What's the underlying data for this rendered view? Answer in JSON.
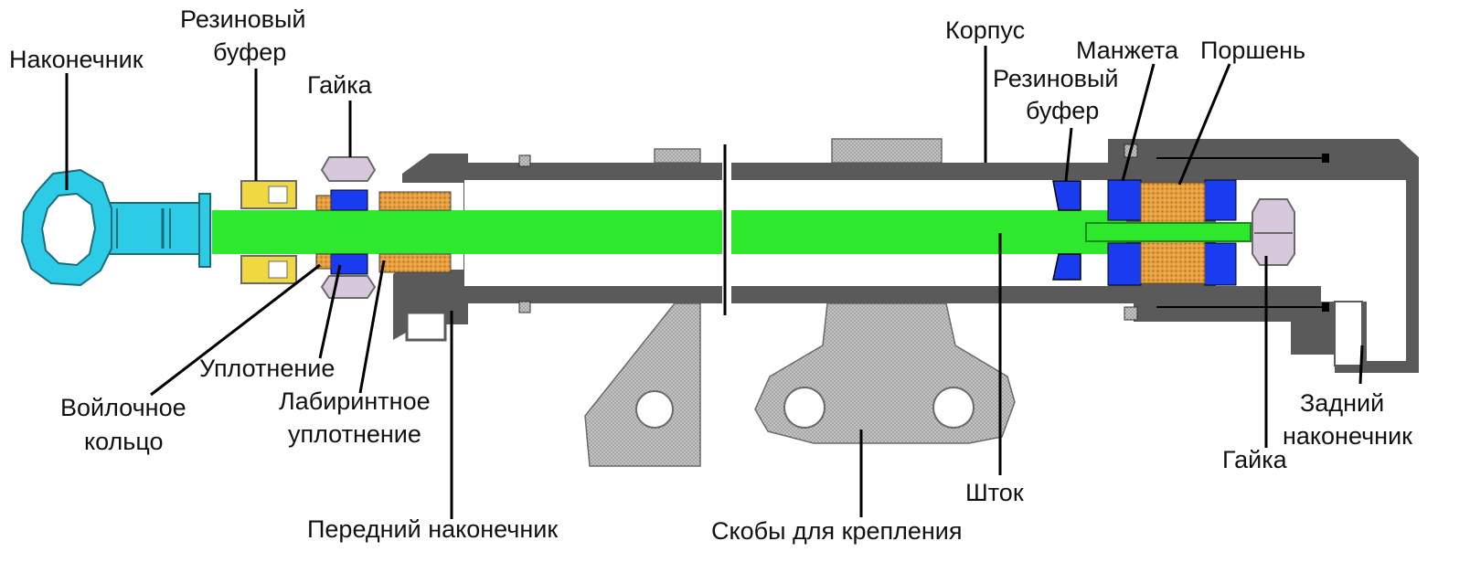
{
  "labels": {
    "tip": "Наконечник",
    "rubber_buffer_front_1": "Резиновый",
    "rubber_buffer_front_2": "буфер",
    "nut_front": "Гайка",
    "body": "Корпус",
    "rubber_buffer_rear_1": "Резиновый",
    "rubber_buffer_rear_2": "буфер",
    "cuff": "Манжета",
    "piston": "Поршень",
    "seal": "Уплотнение",
    "felt_ring_1": "Войлочное",
    "felt_ring_2": "кольцо",
    "labyrinth_seal_1": "Лабиринтное",
    "labyrinth_seal_2": "уплотнение",
    "front_tip": "Передний наконечник",
    "brackets": "Скобы для крепления",
    "rod": "Шток",
    "nut_rear": "Гайка",
    "rear_tip_1": "Задний",
    "rear_tip_2": "наконечник"
  },
  "colors": {
    "rod": "#2ee82e",
    "eye": "#2ccbe6",
    "body": "#585858",
    "bracket": "#b7b7b7",
    "buffer": "#1a3cf0",
    "piston": "#e6a040",
    "rubber_yellow": "#f0d840",
    "nut": "#d8c8dc"
  }
}
